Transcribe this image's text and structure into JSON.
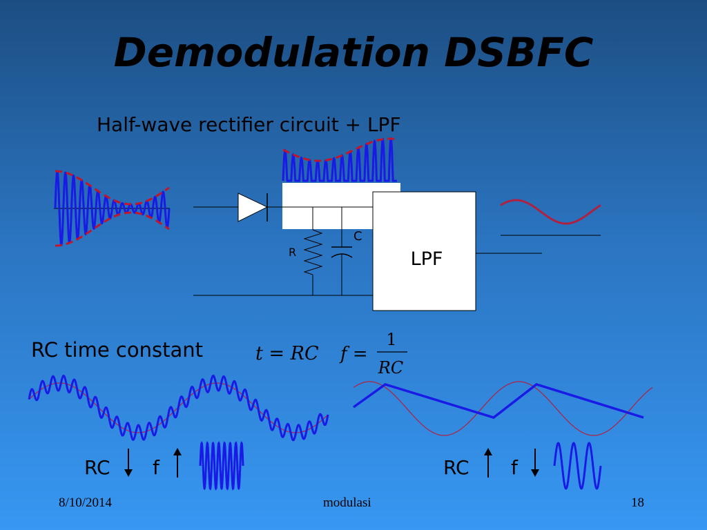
{
  "slide": {
    "title": "Demodulation DSBFC",
    "subtitle": "Half-wave rectifier circuit + LPF"
  },
  "circuit": {
    "resistor_label": "R",
    "capacitor_label": "C",
    "lpf_label": "LPF"
  },
  "formulas": {
    "rc_label": "RC time constant",
    "time_constant": "t = RC",
    "frequency_lhs": "f =",
    "frequency_numerator": "1",
    "frequency_denominator": "RC"
  },
  "comparisons": {
    "left": {
      "rc": "RC",
      "f": "f",
      "rc_arrow": "down",
      "f_arrow": "up"
    },
    "right": {
      "rc": "RC",
      "f": "f",
      "rc_arrow": "up",
      "f_arrow": "down"
    }
  },
  "footer": {
    "date": "8/10/2014",
    "center": "modulasi",
    "page": "18"
  },
  "colors": {
    "carrier": "#1a1ae6",
    "envelope": "#c0182a",
    "envelope_dark": "#b02040"
  }
}
